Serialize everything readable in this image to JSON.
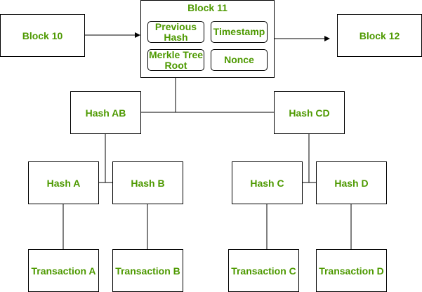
{
  "blocks": {
    "prev": "Block 10",
    "current": "Block 11",
    "next": "Block 12"
  },
  "header_fields": {
    "previous_hash": "Previous Hash",
    "timestamp": "Timestamp",
    "merkle_root": "Merkle Tree Root",
    "nonce": "Nonce"
  },
  "hashes": {
    "ab": "Hash AB",
    "cd": "Hash CD",
    "a": "Hash A",
    "b": "Hash B",
    "c": "Hash C",
    "d": "Hash D"
  },
  "transactions": {
    "a": "Transaction A",
    "b": "Transaction B",
    "c": "Transaction C",
    "d": "Transaction D"
  },
  "colors": {
    "text": "#4d9900",
    "stroke": "#000000"
  }
}
